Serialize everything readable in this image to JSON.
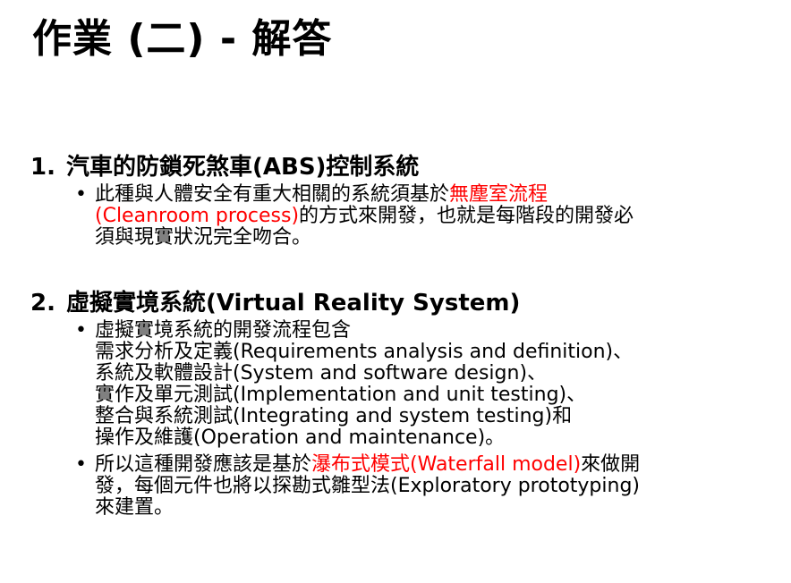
{
  "title": "作業 (二) - 解答",
  "colors": {
    "text": "#000000",
    "highlight": "#ff0000",
    "background": "#ffffff"
  },
  "sections": [
    {
      "number": "1.",
      "heading": "汽車的防鎖死煞車(ABS)控制系統",
      "bullets": [
        {
          "marker": "•",
          "line1_pre": "此種與人體安全有重大相關的系統須基於",
          "line1_red": "無塵室流程",
          "line2_red": "(Cleanroom process)",
          "line2_post": "的方式來開發，也就是每階段的開發必",
          "line3": "須與現實狀況完全吻合。"
        }
      ]
    },
    {
      "number": "2.",
      "heading": "虛擬實境系統(Virtual Reality System)",
      "bullets": [
        {
          "marker": "•",
          "lines": [
            "虛擬實境系統的開發流程包含",
            "需求分析及定義(Requirements analysis and definition)、",
            "系統及軟體設計(System and software design)、",
            "實作及單元測試(Implementation and unit testing)、",
            "整合與系統測試(Integrating and system testing)和",
            "操作及維護(Operation and maintenance)。"
          ]
        },
        {
          "marker": "•",
          "line1_pre": "所以這種開發應該是基於",
          "line1_red": "瀑布式模式(Waterfall model)",
          "line1_post": "來做開",
          "line2": "發，每個元件也將以探勘式雛型法(Exploratory prototyping)",
          "line3": "來建置。"
        }
      ]
    }
  ]
}
